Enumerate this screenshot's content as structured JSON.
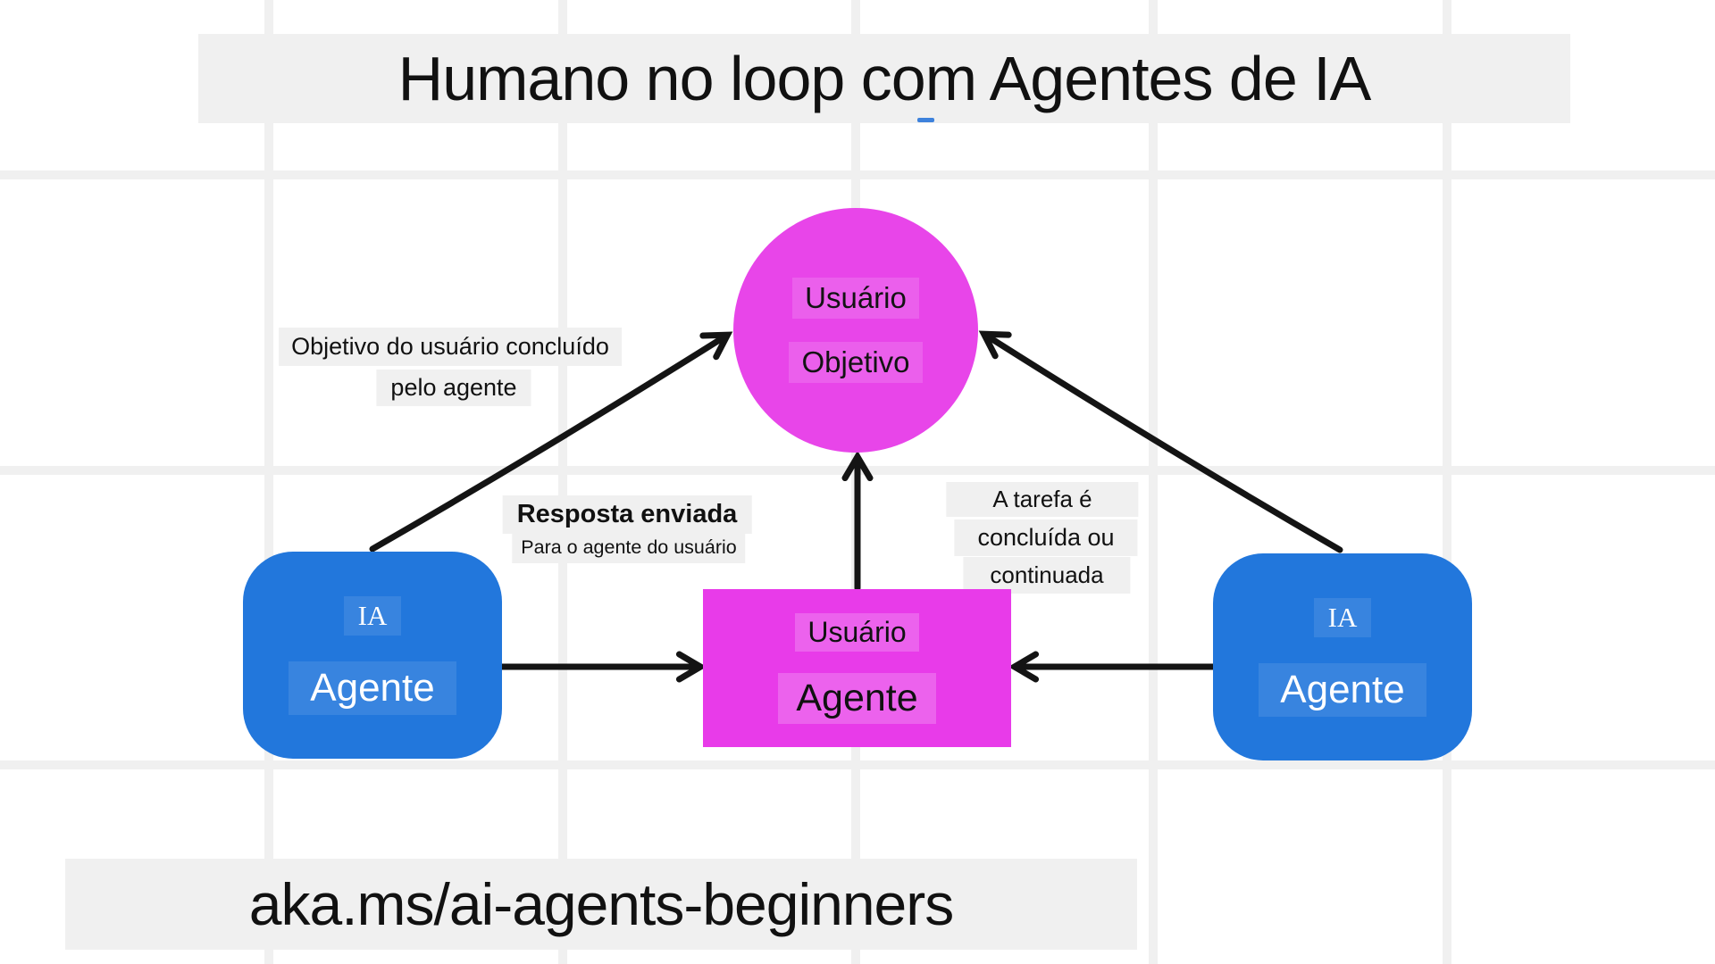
{
  "title": "Humano no loop com Agentes de IA",
  "footer": "aka.ms/ai-agents-beginners",
  "nodes": {
    "user_goal": {
      "label_top": "Usuário",
      "label_bottom": "Objetivo"
    },
    "agent_left": {
      "label_top": "IA",
      "label_bottom": "Agente"
    },
    "agent_right": {
      "label_top": "IA",
      "label_bottom": "Agente"
    },
    "user_agent": {
      "label_top": "Usuário",
      "label_bottom": "Agente"
    }
  },
  "annotations": {
    "goal_completed": {
      "line1": "Objetivo do usuário concluído",
      "line2": "pelo agente"
    },
    "response_sent": {
      "line1": "Resposta enviada",
      "line2": "Para o agente do usuário"
    },
    "task_status": {
      "line1": "A tarefa é",
      "line2": "concluída ou",
      "line3": "continuada"
    }
  },
  "colors": {
    "magenta": "#e845e9",
    "magenta_rect": "#e83be9",
    "blue": "#2277dc",
    "label_highlight_gray": "#f0f0f0",
    "arrow_black": "#141414",
    "blue_dash": "#3e82dc",
    "grid_gray": "#f0f0f0"
  }
}
